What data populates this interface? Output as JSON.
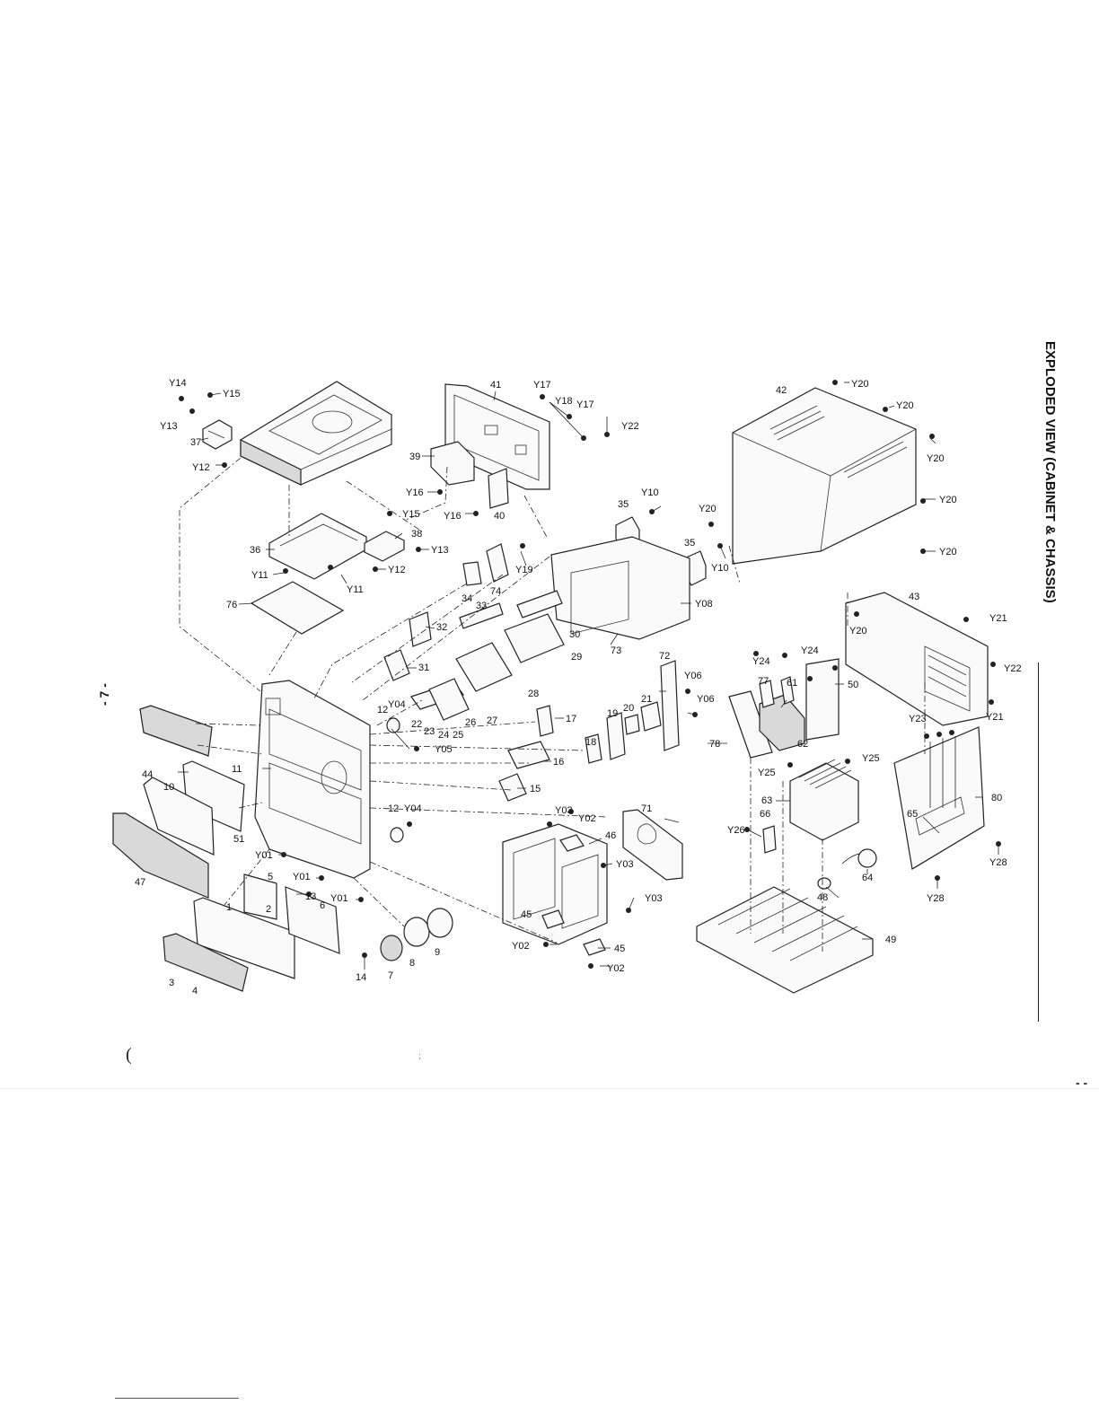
{
  "title": "EXPLODED VIEW (CABINET & CHASSIS)",
  "page_number": "- 7 -",
  "footer": {
    "paren": "(",
    "semi": ";",
    "dashes": "- -"
  },
  "labels": {
    "Y14": "Y14",
    "Y15": "Y15",
    "Y13": "Y13",
    "Y12": "Y12",
    "Y16": "Y16",
    "Y17": "Y17",
    "Y18": "Y18",
    "Y22": "Y22",
    "Y20": "Y20",
    "Y10": "Y10",
    "Y11": "Y11",
    "Y19": "Y19",
    "Y08": "Y08",
    "Y24": "Y24",
    "Y21": "Y21",
    "Y06": "Y06",
    "Y04": "Y04",
    "Y05": "Y05",
    "Y23": "Y23",
    "Y25": "Y25",
    "Y26": "Y26",
    "Y03": "Y03",
    "Y02": "Y02",
    "Y01": "Y01",
    "Y28": "Y28",
    "n1": "1",
    "n2": "2",
    "n3": "3",
    "n4": "4",
    "n5": "5",
    "n6": "6",
    "n7": "7",
    "n8": "8",
    "n9": "9",
    "n10": "10",
    "n11": "11",
    "n12": "12",
    "n13": "13",
    "n14": "14",
    "n15": "15",
    "n16": "16",
    "n17": "17",
    "n18": "18",
    "n19": "19",
    "n20": "20",
    "n21": "21",
    "n22": "22",
    "n23": "23",
    "n24": "24",
    "n25": "25",
    "n26": "26",
    "n27": "27",
    "n28": "28",
    "n29": "29",
    "n30": "30",
    "n31": "31",
    "n32": "32",
    "n33": "33",
    "n34": "34",
    "n35": "35",
    "n36": "36",
    "n37": "37",
    "n38": "38",
    "n39": "39",
    "n40": "40",
    "n41": "41",
    "n42": "42",
    "n43": "43",
    "n44": "44",
    "n45": "45",
    "n46": "46",
    "n47": "47",
    "n48": "48",
    "n49": "49",
    "n50": "50",
    "n51": "51",
    "n61": "61",
    "n62": "62",
    "n63": "63",
    "n64": "64",
    "n65": "65",
    "n66": "66",
    "n71": "71",
    "n72": "72",
    "n73": "73",
    "n74": "74",
    "n76": "76",
    "n77": "77",
    "n78": "78",
    "n80": "80"
  }
}
